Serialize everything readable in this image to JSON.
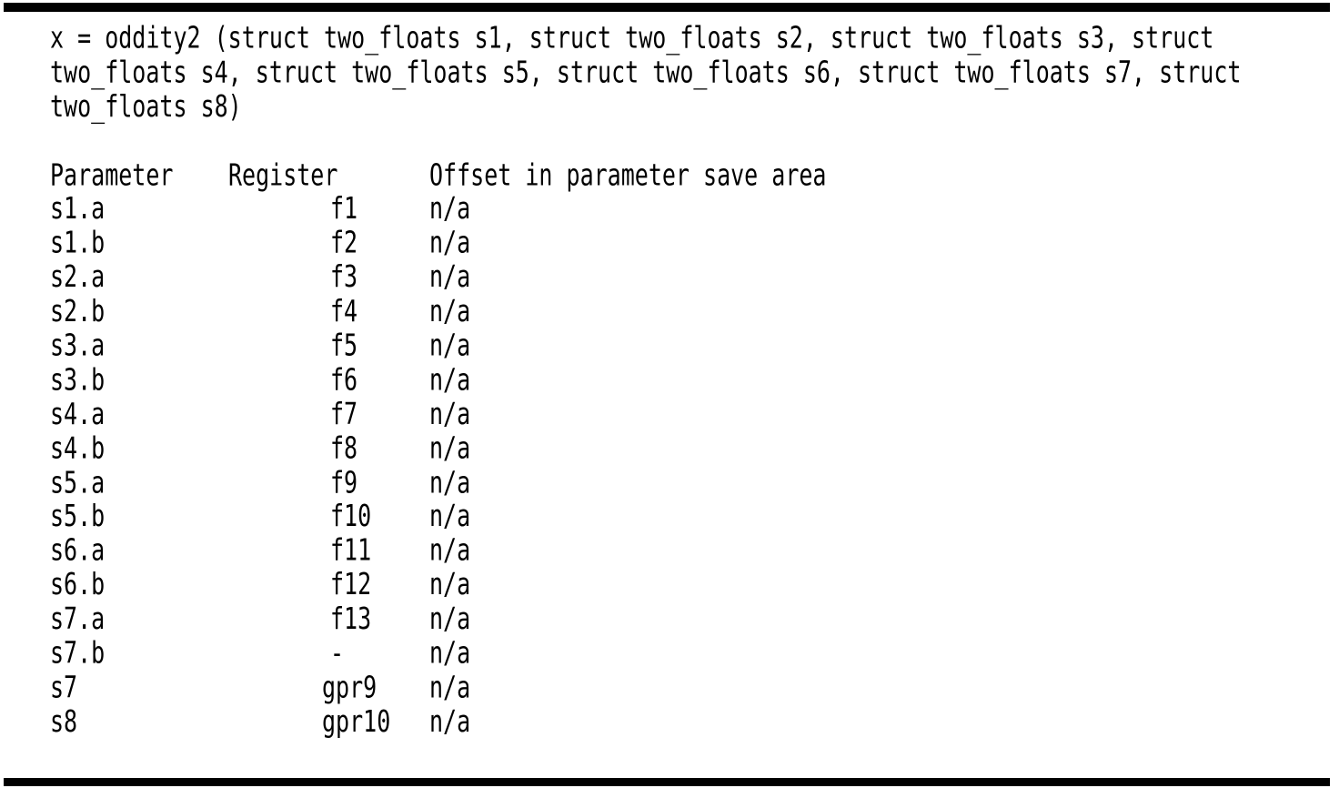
{
  "colors": {
    "background": "#ffffff",
    "text": "#000000",
    "rule": "#000000"
  },
  "code_block": {
    "lines": [
      "x = oddity2 (struct two_floats s1, struct two_floats s2, struct two_floats s3, struct",
      "two_floats s4, struct two_floats s5, struct two_floats s6, struct two_floats s7, struct",
      "two_floats s8)"
    ]
  },
  "table": {
    "headers": {
      "parameter": "Parameter",
      "register": "Register",
      "offset": "Offset in parameter save area"
    },
    "rows": [
      {
        "parameter": "s1.a",
        "register": "f1",
        "offset": "n/a"
      },
      {
        "parameter": "s1.b",
        "register": "f2",
        "offset": "n/a"
      },
      {
        "parameter": "s2.a",
        "register": "f3",
        "offset": "n/a"
      },
      {
        "parameter": "s2.b",
        "register": "f4",
        "offset": "n/a"
      },
      {
        "parameter": "s3.a",
        "register": "f5",
        "offset": "n/a"
      },
      {
        "parameter": "s3.b",
        "register": "f6",
        "offset": "n/a"
      },
      {
        "parameter": "s4.a",
        "register": "f7",
        "offset": "n/a"
      },
      {
        "parameter": "s4.b",
        "register": "f8",
        "offset": "n/a"
      },
      {
        "parameter": "s5.a",
        "register": "f9",
        "offset": "n/a"
      },
      {
        "parameter": "s5.b",
        "register": "f10",
        "offset": "n/a"
      },
      {
        "parameter": "s6.a",
        "register": "f11",
        "offset": "n/a"
      },
      {
        "parameter": "s6.b",
        "register": "f12",
        "offset": "n/a"
      },
      {
        "parameter": "s7.a",
        "register": "f13",
        "offset": "n/a"
      },
      {
        "parameter": "s7.b",
        "register": "-",
        "offset": "n/a"
      },
      {
        "parameter": "s7",
        "register": "gpr9",
        "offset": "n/a"
      },
      {
        "parameter": "s8",
        "register": "gpr10",
        "offset": "n/a"
      }
    ]
  }
}
